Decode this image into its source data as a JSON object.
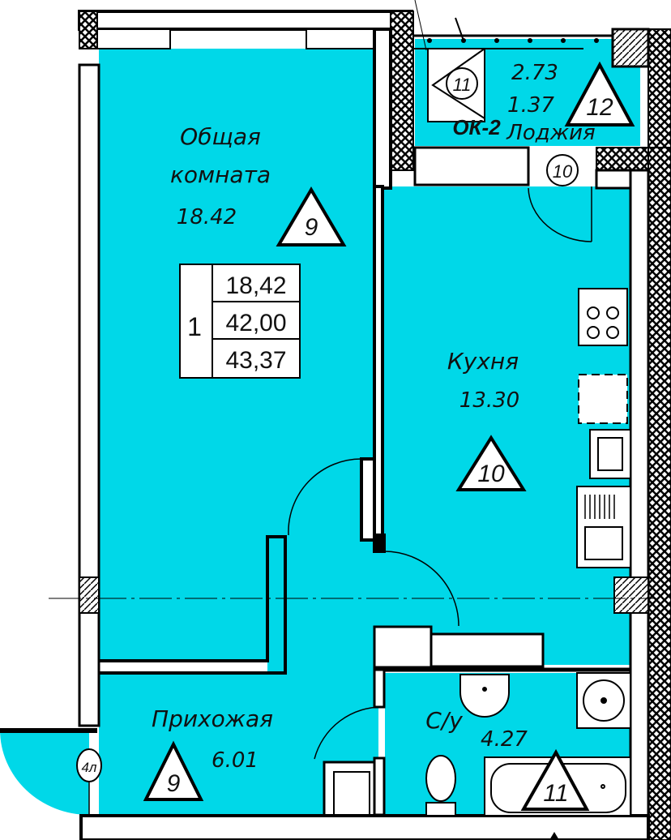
{
  "colors": {
    "room_fill": "#00d8e8",
    "wall": "#000000",
    "background": "#ffffff"
  },
  "rooms": {
    "living": {
      "name_line1": "Общая",
      "name_line2": "комната",
      "area": "18.42",
      "marker": "9"
    },
    "kitchen": {
      "name": "Кухня",
      "area": "13.30",
      "marker": "10"
    },
    "hallway": {
      "name": "Прихожая",
      "area": "6.01",
      "marker": "9"
    },
    "bathroom": {
      "name": "С/у",
      "area": "4.27",
      "marker": "11"
    },
    "loggia": {
      "name": "Лоджия",
      "area_full": "2.73",
      "area_reduced": "1.37",
      "marker": "12",
      "window": "ОК-2",
      "circle_marker": "11"
    }
  },
  "summary_table": {
    "rooms_count": "1",
    "living_area": "18,42",
    "total_area": "42,00",
    "total_with_loggia": "43,37"
  },
  "markers": {
    "door_loggia": "10",
    "entrance": "4л"
  }
}
